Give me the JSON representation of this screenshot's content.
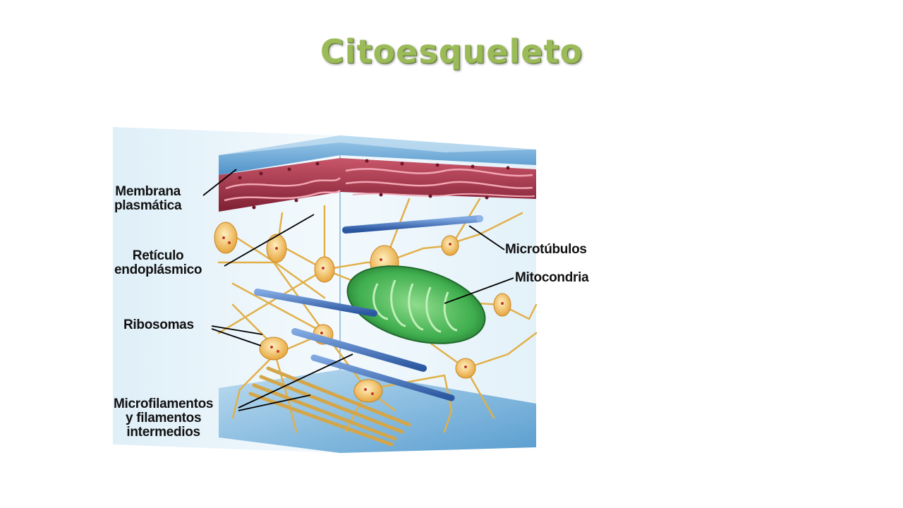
{
  "title": "Citoesqueleto",
  "labels": {
    "membrana_line1": "Membrana",
    "membrana_line2": "plasmática",
    "reticulo_line1": "Retículo",
    "reticulo_line2": "endoplásmico",
    "ribosomas": "Ribosomas",
    "micro_line1": "Microfilamentos",
    "micro_line2": "y filamentos",
    "micro_line3": "intermedios",
    "microtubulos": "Microtúbulos",
    "mitocondria": "Mitocondria"
  },
  "colors": {
    "title": "#9bbb59",
    "membrane": "#a8374a",
    "glass": "#5b9bd5",
    "microtubule": "#3f6fb8",
    "mitochondria": "#3aa24a",
    "filament": "#e8b84a"
  }
}
